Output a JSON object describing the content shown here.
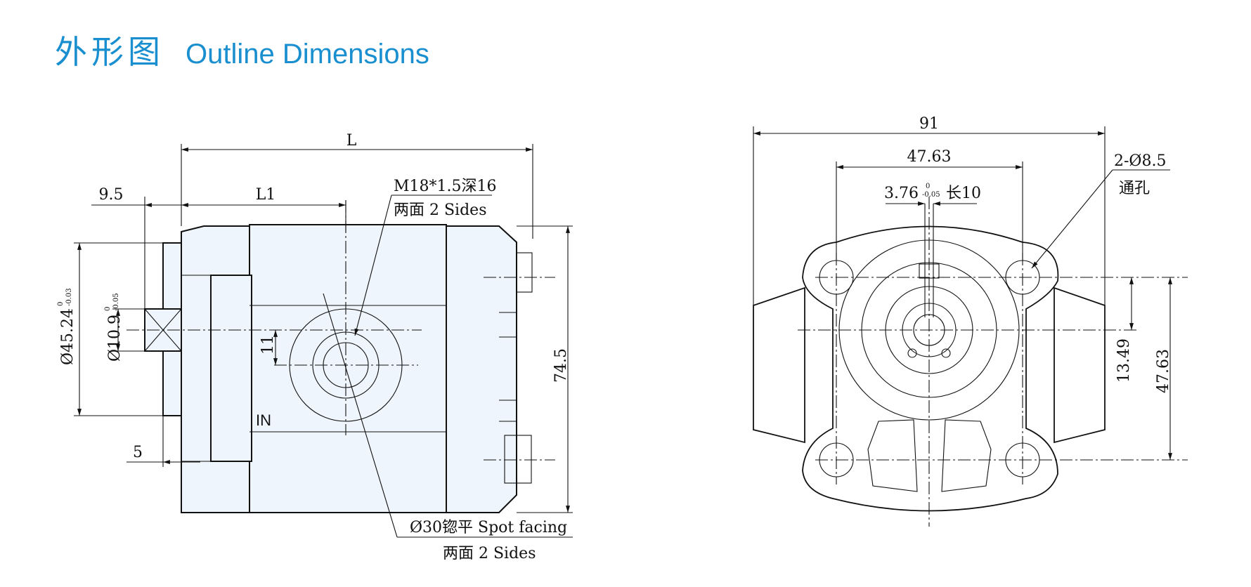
{
  "title": {
    "cn": "外形图",
    "en": "Outline Dimensions"
  },
  "side_view": {
    "dim_L": "L",
    "dim_L1": "L1",
    "dim_9_5": "9.5",
    "dim_5": "5",
    "dim_diam_45": "Ø45.24",
    "dim_diam_45_tol_up": "0",
    "dim_diam_45_tol_lo": "-0.03",
    "dim_diam_10": "Ø10.9",
    "dim_diam_10_tol_up": "0",
    "dim_diam_10_tol_lo": "-0.05",
    "dim_11": "11",
    "dim_74_5": "74.5",
    "port_label": "IN",
    "thread_note": "M18*1.5深16",
    "thread_sides": "两面 2 Sides",
    "facing_note": "Ø30锪平 Spot facing",
    "facing_sides": "两面 2 Sides"
  },
  "front_view": {
    "dim_91": "91",
    "dim_47_63_top": "47.63",
    "key_width": "3.76",
    "key_tol_up": "0",
    "key_tol_lo": "-0.05",
    "key_length": "长10",
    "hole_note": "2-Ø8.5",
    "hole_note_cn": "通孔",
    "dim_13_49": "13.49",
    "dim_47_63_side": "47.63"
  },
  "colors": {
    "title": "#1a8fd0",
    "body_fill": "#eef5fc",
    "line": "#111111"
  }
}
